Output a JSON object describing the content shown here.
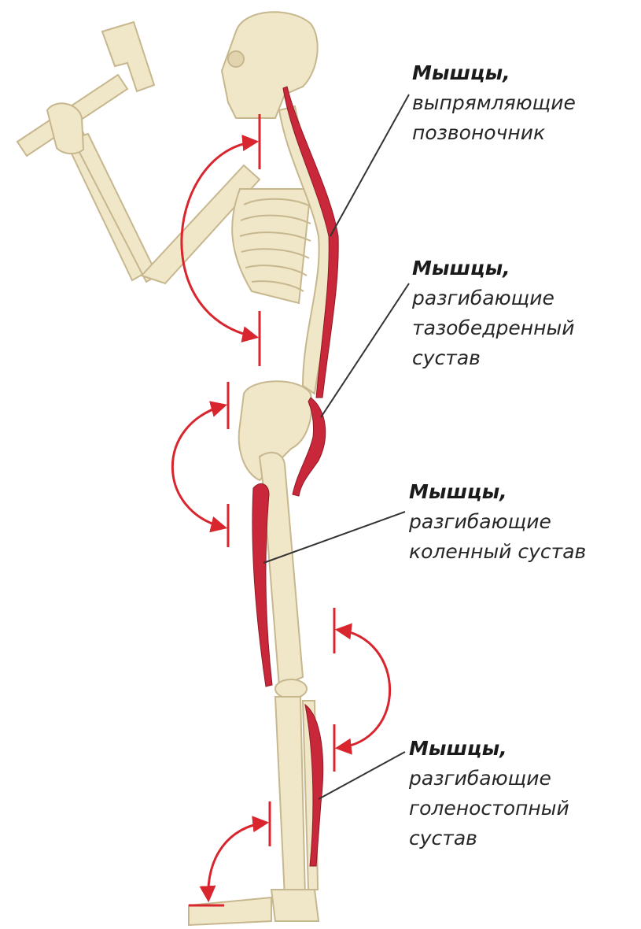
{
  "labels": [
    {
      "id": "spine",
      "lines": [
        "Мышцы,",
        "выпрямляющие",
        "позвоночник"
      ]
    },
    {
      "id": "hip",
      "lines": [
        "Мышцы,",
        "разгибающие",
        "тазобедренный",
        "сустав"
      ]
    },
    {
      "id": "knee",
      "lines": [
        "Мышцы,",
        "разгибающие",
        "коленный сустав"
      ]
    },
    {
      "id": "ankle",
      "lines": [
        "Мышцы,",
        "разгибающие",
        "голеностопный",
        "сустав"
      ]
    }
  ],
  "colors": {
    "bone": "#f0e6c8",
    "bone_outline": "#c7b78e",
    "muscle": "#c8283a",
    "arrow": "#d9262e",
    "leader": "#333333",
    "text": "#262626"
  }
}
